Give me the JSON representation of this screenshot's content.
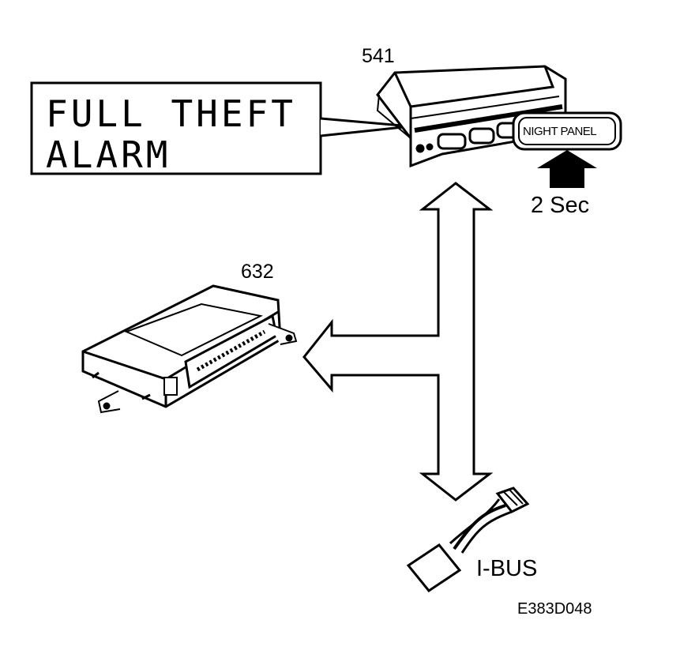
{
  "labels": {
    "module_541": "541",
    "module_632": "632",
    "button_hold_time": "2 Sec",
    "bus": "I-BUS",
    "figure_ref": "E383D048"
  },
  "display": {
    "line1": "FULL THEFT",
    "line2": "ALARM"
  },
  "button": {
    "label": "NIGHT PANEL"
  },
  "colors": {
    "ink": "#000000",
    "paper": "#ffffff"
  }
}
